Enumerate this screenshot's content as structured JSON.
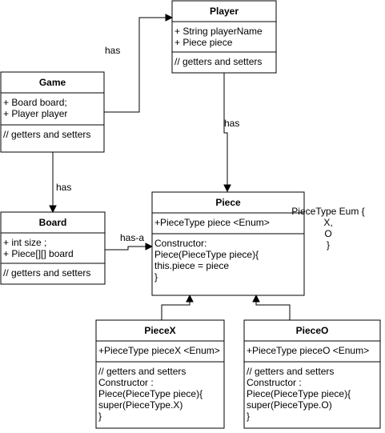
{
  "classes": {
    "player": {
      "name": "Player",
      "attributes": [
        "+ String playerName",
        "+ Piece piece"
      ],
      "methods": [
        "// getters and setters"
      ]
    },
    "game": {
      "name": "Game",
      "attributes": [
        "+ Board board;",
        "+ Player player"
      ],
      "methods": [
        "// getters and setters"
      ]
    },
    "board": {
      "name": "Board",
      "attributes": [
        "+ int size ;",
        "+ Piece[][] board"
      ],
      "methods": [
        "// getters and setters"
      ]
    },
    "piece": {
      "name": "Piece",
      "attributes": [
        "+PieceType piece <Enum>"
      ],
      "methods": [
        "Constructor:",
        "Piece(PieceType piece){",
        " this.piece = piece",
        "}"
      ]
    },
    "piecex": {
      "name": "PieceX",
      "attributes": [
        "+PieceType pieceX <Enum>"
      ],
      "methods": [
        "// getters and setters",
        "Constructor :",
        "Piece(PieceType piece){",
        "super(PieceType.X)",
        "}"
      ]
    },
    "pieceo": {
      "name": "PieceO",
      "attributes": [
        "+PieceType pieceO <Enum>"
      ],
      "methods": [
        "// getters and setters",
        "Constructor :",
        "Piece(PieceType piece){",
        "super(PieceType.O)",
        "}"
      ]
    }
  },
  "edge_labels": {
    "game_player": "has",
    "player_piece": "has",
    "game_board": "has",
    "board_piece": "has-a"
  },
  "enum_note": [
    "PieceType Eum {",
    "X,",
    "O",
    "}"
  ]
}
